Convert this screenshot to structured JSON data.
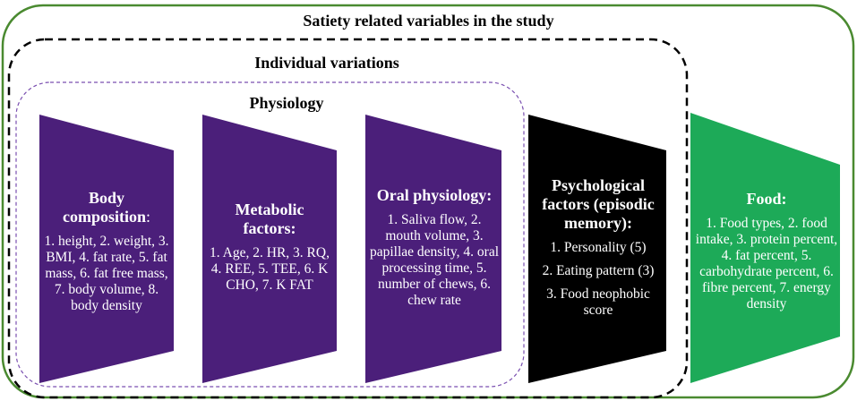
{
  "labels": {
    "study": "Satiety related variables in the study",
    "individual": "Individual variations",
    "physiology": "Physiology"
  },
  "boxes": {
    "body": {
      "heading": "Body composition",
      "heading_suffix": ":",
      "text": "1. height, 2. weight, 3. BMI, 4. fat rate, 5. fat mass, 6. fat free mass, 7. body volume, 8. body density"
    },
    "metabolic": {
      "heading": "Metabolic factors:",
      "text": "1. Age, 2. HR, 3. RQ, 4. REE, 5. TEE, 6. K CHO, 7. K FAT"
    },
    "oral": {
      "heading": "Oral physiology:",
      "text": "1. Saliva flow, 2. mouth volume, 3. papillae density, 4. oral processing time, 5. number of chews, 6. chew rate"
    },
    "psych": {
      "heading": "Psychological factors (episodic memory):",
      "items": [
        "1. Personality (5)",
        "2. Eating pattern (3)",
        "3. Food neophobic score"
      ]
    },
    "food": {
      "heading": "Food:",
      "text": "1. Food types, 2. food intake, 3. protein percent, 4. fat percent, 5. carbohydrate percent, 6. fibre percent, 7. energy density"
    }
  },
  "colors": {
    "purple": "#4b1f7a",
    "black": "#000000",
    "green": "#1daa58",
    "outer_border": "#4a8a30",
    "physiology_border": "#7a4fb0"
  }
}
